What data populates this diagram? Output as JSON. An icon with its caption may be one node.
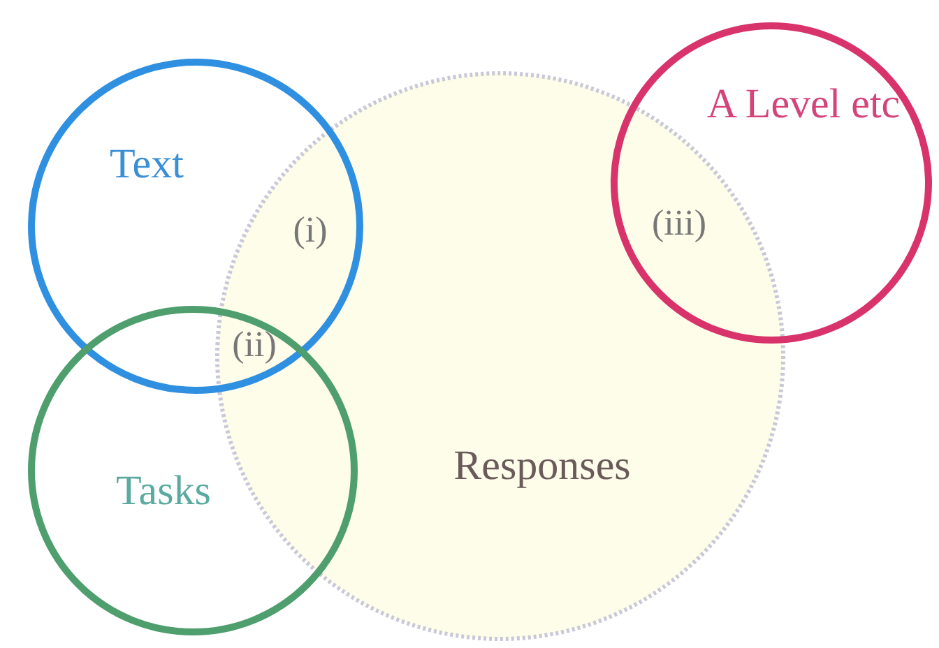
{
  "diagram": {
    "nodes": [
      {
        "text": [
          "Responses"
        ]
      },
      {
        "text": [
          "Text"
        ]
      },
      {
        "text": [
          "Tasks"
        ]
      },
      {
        "text": [
          "A Level etc"
        ]
      }
    ],
    "labels": [
      "(i)",
      "(iii)",
      "(ii)"
    ]
  }
}
